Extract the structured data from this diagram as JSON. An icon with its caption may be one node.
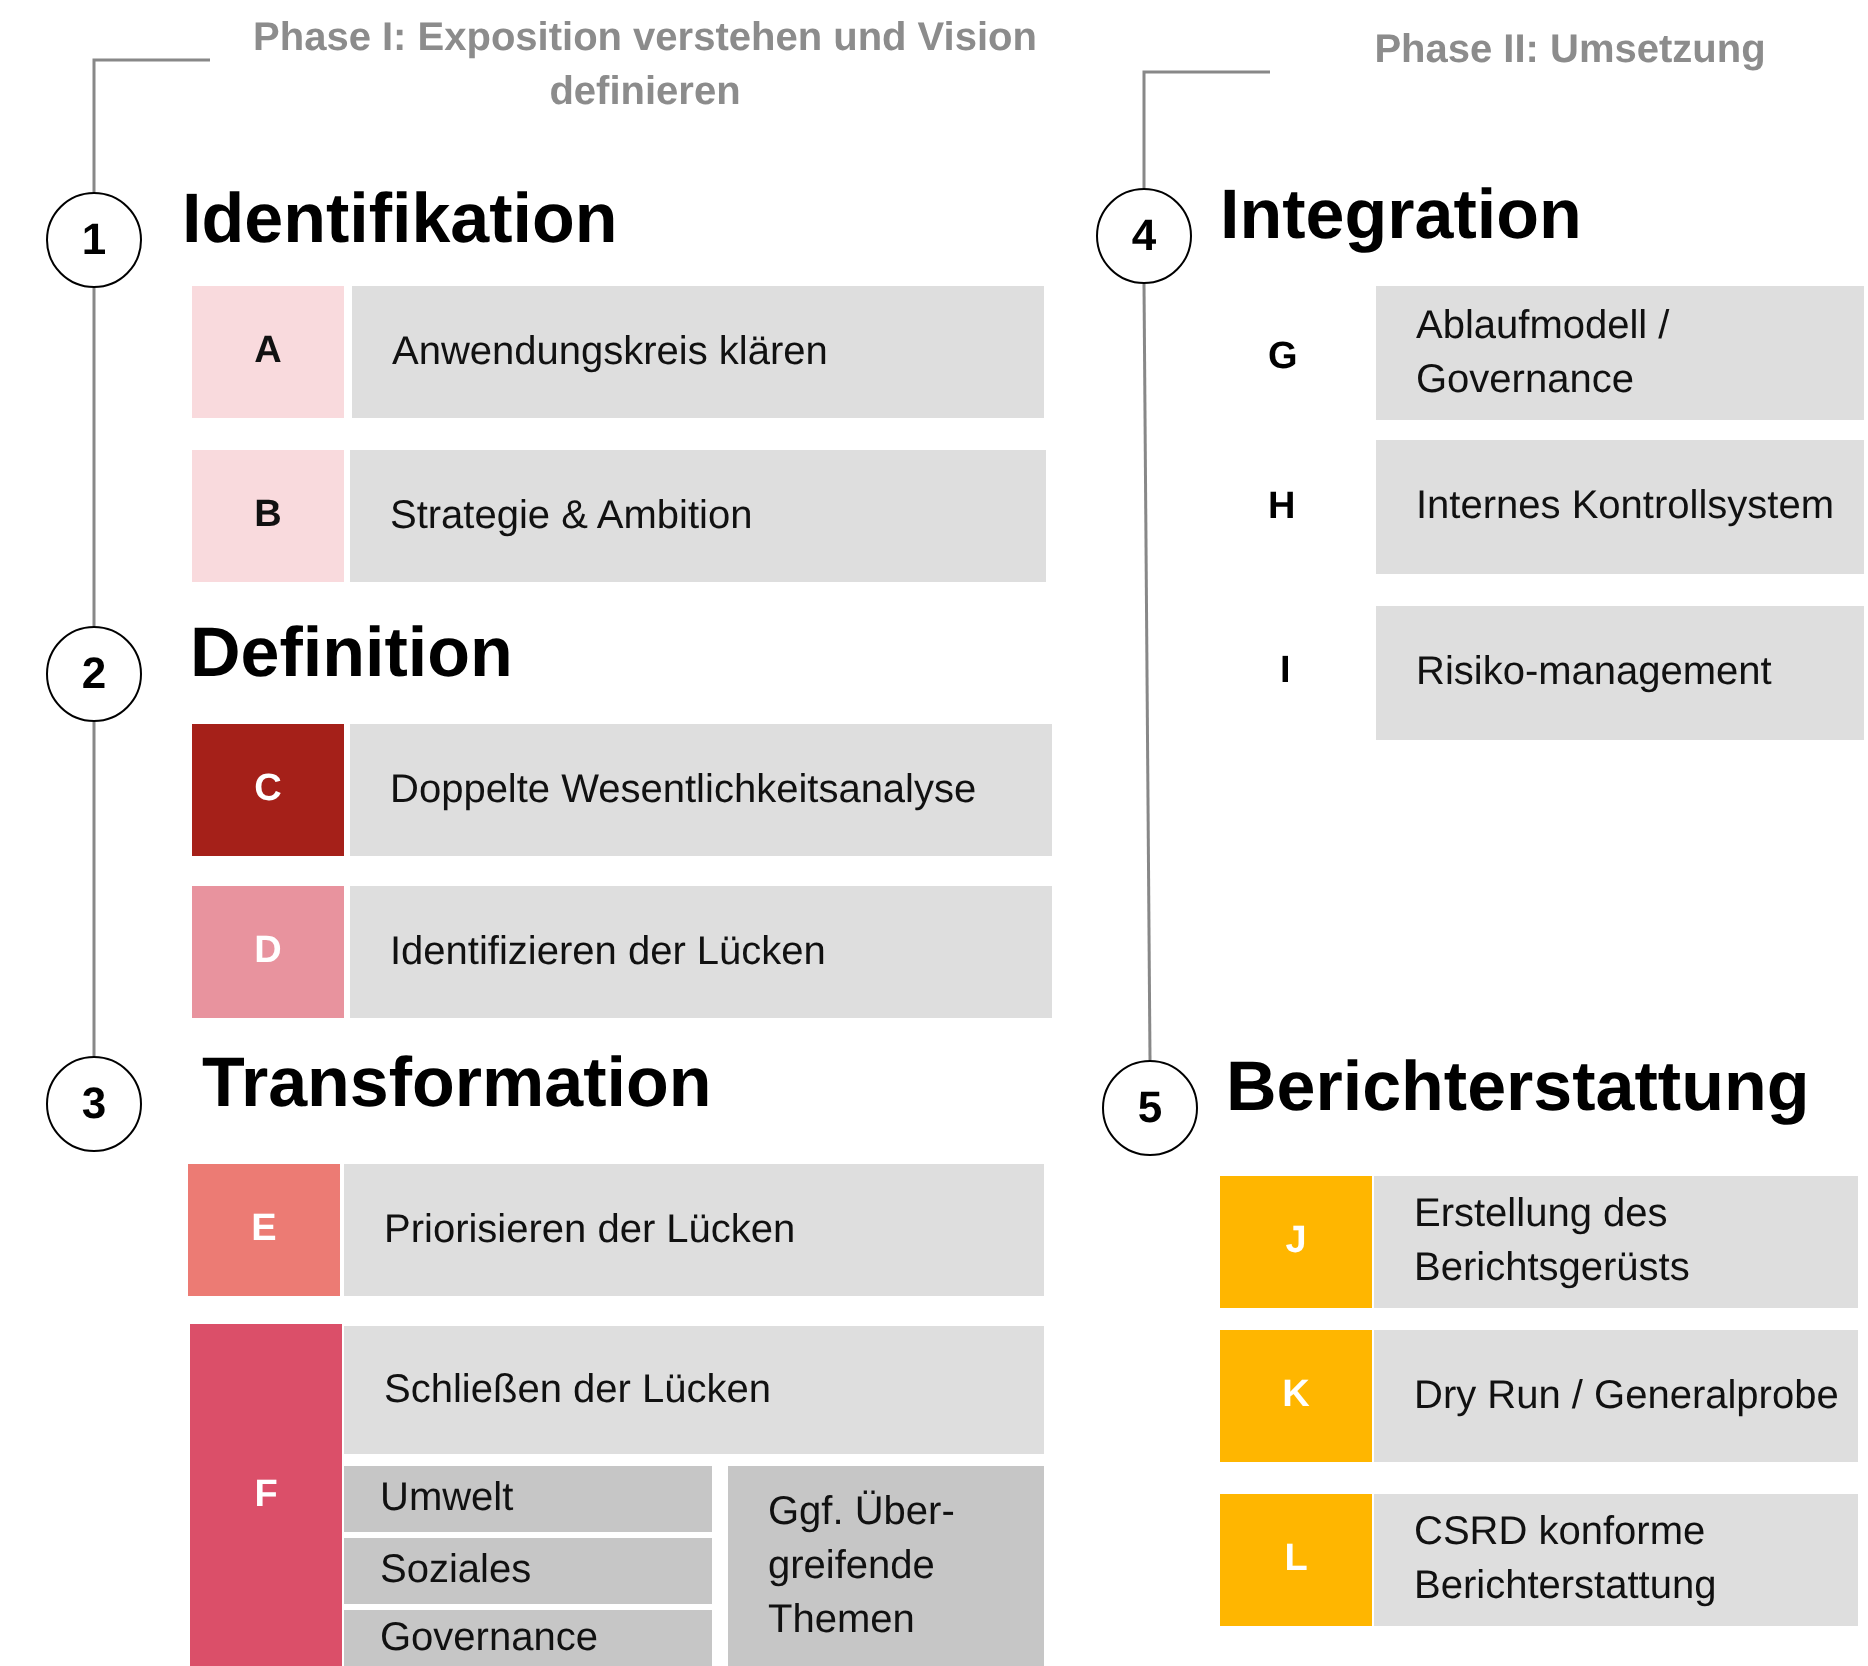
{
  "diagram": {
    "nodes": [
      {
        "text": [
          "Phase I: Exposition verstehen und Vision definieren"
        ]
      },
      {
        "text": [
          "1"
        ],
        "beside": [
          "Identifikation"
        ]
      },
      {
        "text": [
          "A"
        ]
      },
      {
        "text": [
          "Anwendungskreis klären"
        ]
      },
      {
        "text": [
          "B"
        ]
      },
      {
        "text": [
          "Strategie & Ambition"
        ]
      },
      {
        "text": [
          "2"
        ],
        "beside": [
          "Definition"
        ]
      },
      {
        "text": [
          "C"
        ]
      },
      {
        "text": [
          "Doppelte Wesentlichkeitsanalyse"
        ]
      },
      {
        "text": [
          "D"
        ]
      },
      {
        "text": [
          "Identifizieren der Lücken"
        ]
      },
      {
        "text": [
          "3"
        ],
        "beside": [
          "Transformation"
        ]
      },
      {
        "text": [
          "E"
        ]
      },
      {
        "text": [
          "Priorisieren der Lücken"
        ]
      },
      {
        "text": [
          "F"
        ]
      },
      {
        "text": [
          "Schließen der Lücken"
        ]
      },
      {
        "text": [
          "Umwelt"
        ]
      },
      {
        "text": [
          "Soziales"
        ]
      },
      {
        "text": [
          "Governance"
        ]
      },
      {
        "text": [
          "Ggf. Über-greifende Themen"
        ]
      },
      {
        "text": [
          "Phase II: Umsetzung"
        ]
      },
      {
        "text": [
          "4"
        ],
        "beside": [
          "Integration"
        ]
      },
      {
        "text": [
          "Ablaufmodell / Governance"
        ]
      },
      {
        "text": [
          "Internes Kontrollsystem"
        ]
      },
      {
        "text": [
          "Risiko-management"
        ]
      },
      {
        "text": [
          "5"
        ],
        "beside": [
          "Berichterstattung"
        ]
      },
      {
        "text": [
          "J"
        ]
      },
      {
        "text": [
          "Erstellung des Berichtsgerüsts"
        ]
      },
      {
        "text": [
          "K"
        ]
      },
      {
        "text": [
          "Dry Run / Generalprobe"
        ]
      },
      {
        "text": [
          "L"
        ]
      },
      {
        "text": [
          "CSRD konforme Berichterstattung"
        ]
      }
    ],
    "edges": [
      {
        "from": 0,
        "to": 1,
        "arrow": "none"
      },
      {
        "from": 1,
        "to": 6,
        "arrow": "none"
      },
      {
        "from": 6,
        "to": 11,
        "arrow": "none"
      },
      {
        "from": 20,
        "to": 21,
        "arrow": "none"
      },
      {
        "from": 21,
        "to": 25,
        "arrow": "none"
      }
    ],
    "labels": [
      "G",
      "H",
      "I"
    ]
  }
}
